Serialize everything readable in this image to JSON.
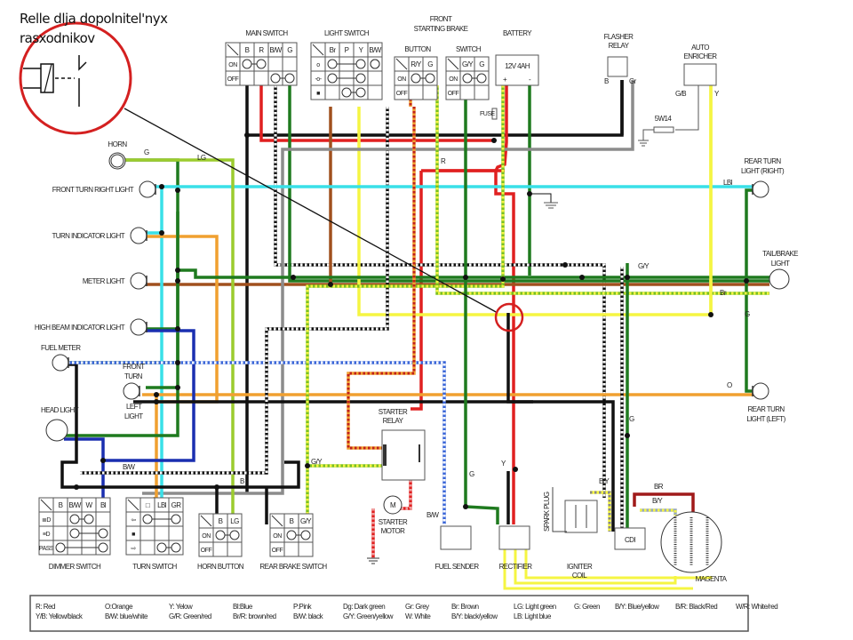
{
  "note": {
    "line1": "Relle dlja dopolnitel'nyx",
    "line2": "rasxodnikov"
  },
  "components": {
    "main_switch": {
      "title": "MAIN SWITCH",
      "columns": [
        "B",
        "R",
        "B/W",
        "G"
      ],
      "rows": [
        {
          "label": "ON",
          "links": [
            [
              0,
              1
            ]
          ]
        },
        {
          "label": "OFF",
          "links": [
            [
              2,
              3
            ]
          ]
        }
      ]
    },
    "light_switch": {
      "title": "LIGHT SWITCH",
      "columns": [
        "Br",
        "P",
        "Y",
        "B/W"
      ],
      "rows": [
        {
          "label": "o",
          "links": [
            [
              0,
              2
            ],
            [
              3,
              3
            ]
          ]
        },
        {
          "label": "-o-",
          "links": [
            [
              0,
              2
            ]
          ]
        },
        {
          "label": "■",
          "links": [
            [
              1,
              2
            ]
          ]
        }
      ]
    },
    "front_starting_brake": {
      "title_line1": "FRONT",
      "title_line2": "STARTING BRAKE",
      "button": {
        "title": "BUTTON",
        "columns": [
          "R/Y",
          "G"
        ],
        "rows": [
          {
            "label": "ON",
            "links": [
              [
                0,
                1
              ]
            ]
          },
          {
            "label": "OFF",
            "links": []
          }
        ]
      },
      "switch": {
        "title": "SWITCH",
        "columns": [
          "G/Y",
          "G"
        ],
        "rows": [
          {
            "label": "ON",
            "links": [
              [
                0,
                1
              ]
            ]
          },
          {
            "label": "OFF",
            "links": []
          }
        ]
      }
    },
    "battery": {
      "title": "BATTERY",
      "rating": "12V 4AH",
      "plus": "+",
      "minus": "-"
    },
    "fuse": {
      "label": "FUSE"
    },
    "flasher_relay": {
      "title_line1": "FLASHER",
      "title_line2": "RELAY",
      "pin_left": "B",
      "pin_right": "Gr"
    },
    "auto_enricher": {
      "title_line1": "AUTO",
      "title_line2": "ENRICHER",
      "pin_left": "G/B",
      "pin_right": "Y",
      "resistor": "5W14"
    },
    "horn": {
      "title": "HORN"
    },
    "front_turn_right": {
      "title": "FRONT TURN RIGHT LIGHT"
    },
    "turn_indicator": {
      "title": "TURN INDICATOR LIGHT"
    },
    "meter_light": {
      "title": "METER LIGHT"
    },
    "high_beam_indicator": {
      "title": "HIGH BEAM INDICATOR LIGHT"
    },
    "fuel_meter": {
      "title": "FUEL METER"
    },
    "front_turn_left": {
      "line1": "FRONT",
      "line2": "TURN",
      "line3": "LEFT",
      "line4": "LIGHT"
    },
    "head_light": {
      "title": "HEAD LIGHT"
    },
    "dimmer_switch": {
      "title": "DIMMER SWITCH",
      "columns": [
        "B",
        "B/W",
        "W",
        "Bl"
      ],
      "rows": [
        {
          "label": "≣D",
          "links": [
            [
              1,
              2
            ]
          ]
        },
        {
          "label": "≡D",
          "links": [
            [
              1,
              3
            ]
          ]
        },
        {
          "label": "PASS",
          "links": [
            [
              0,
              3
            ]
          ]
        }
      ]
    },
    "turn_switch": {
      "title": "TURN SWITCH",
      "columns": [
        "□",
        "LBl",
        "GR"
      ],
      "rows": [
        {
          "label": "⇦",
          "links": [
            [
              0,
              2
            ]
          ]
        },
        {
          "label": "■",
          "links": []
        },
        {
          "label": "⇨",
          "links": [
            [
              1,
              2
            ]
          ]
        }
      ]
    },
    "horn_button": {
      "title": "HORN BUTTON",
      "columns": [
        "B",
        "LG"
      ],
      "rows": [
        {
          "label": "ON",
          "links": [
            [
              0,
              1
            ]
          ]
        },
        {
          "label": "OFF",
          "links": []
        }
      ]
    },
    "rear_brake_switch": {
      "title": "REAR BRAKE SWITCH",
      "columns": [
        "B",
        "G/Y"
      ],
      "rows": [
        {
          "label": "ON",
          "links": [
            [
              0,
              1
            ]
          ]
        },
        {
          "label": "OFF",
          "links": []
        }
      ]
    },
    "starter_relay": {
      "line1": "STARTER",
      "line2": "RELAY"
    },
    "starter_motor": {
      "symbol": "M",
      "line1": "STARTER",
      "line2": "MOTOR"
    },
    "fuel_sender": {
      "title": "FUEL SENDER"
    },
    "rectifier": {
      "title": "RECTIFIER"
    },
    "spark_plug": {
      "title": "SPARK PLUG"
    },
    "igniter_coil": {
      "line1": "IGNITER",
      "line2": "COIL"
    },
    "cdi": {
      "title": "CDI"
    },
    "magneto": {
      "title": "MAGENTA"
    },
    "rear_turn_right": {
      "line1": "REAR TURN",
      "line2": "LIGHT (RIGHT)"
    },
    "tail_brake": {
      "line1": "TAIL/BRAKE",
      "line2": "LIGHT"
    },
    "rear_turn_left": {
      "line1": "REAR TURN",
      "line2": "LIGHT (LEFT)"
    }
  },
  "wire_labels": {
    "horn_g": "G",
    "horn_lg": "LG",
    "r": "R",
    "lbl": "LBl",
    "gy": "G/Y",
    "br": "Br",
    "g_right": "G",
    "o": "O",
    "bw_left": "B/W",
    "b_left": "B",
    "gy_left": "G/Y",
    "g_fuel": "G",
    "bw_fuel": "B/W",
    "y_rect": "Y",
    "g_cdi": "G",
    "by_cdi": "B/Y",
    "br_mag": "BR",
    "by_mag": "B/Y"
  },
  "wire_colors": {
    "black": "#111111",
    "red": "#e02020",
    "green": "#1f7a1f",
    "lightgreen": "#9ccc2e",
    "lightblue": "#39e0e8",
    "blue": "#1a2fb0",
    "orange": "#f0a030",
    "brown": "#a0501e",
    "yellow": "#f5f542",
    "grey": "#8c8c8c",
    "darkred": "#a01a1a",
    "annotation": "#d42020"
  },
  "legend": {
    "rows": [
      [
        "R: Red",
        "O:Orange",
        "Y: Yelow",
        "Bl:Blue",
        "P:Pink",
        "Dg: Dark green",
        "Gr: Grey",
        "Br: Brown",
        "LG: Light green",
        "G: Green",
        "B/Y: Blue/yellow",
        "B/R: Black/Red",
        "W/R: White/red"
      ],
      [
        "Y/B: Yellow/black",
        "B/W: blue/white",
        "G/R: Green/red",
        "Br/R: brown/red",
        "B/W: black",
        "G/Y: Green/yellow",
        "W: White",
        "B/Y: black/yellow",
        "LB: Light blue",
        "",
        "",
        "",
        ""
      ]
    ]
  }
}
